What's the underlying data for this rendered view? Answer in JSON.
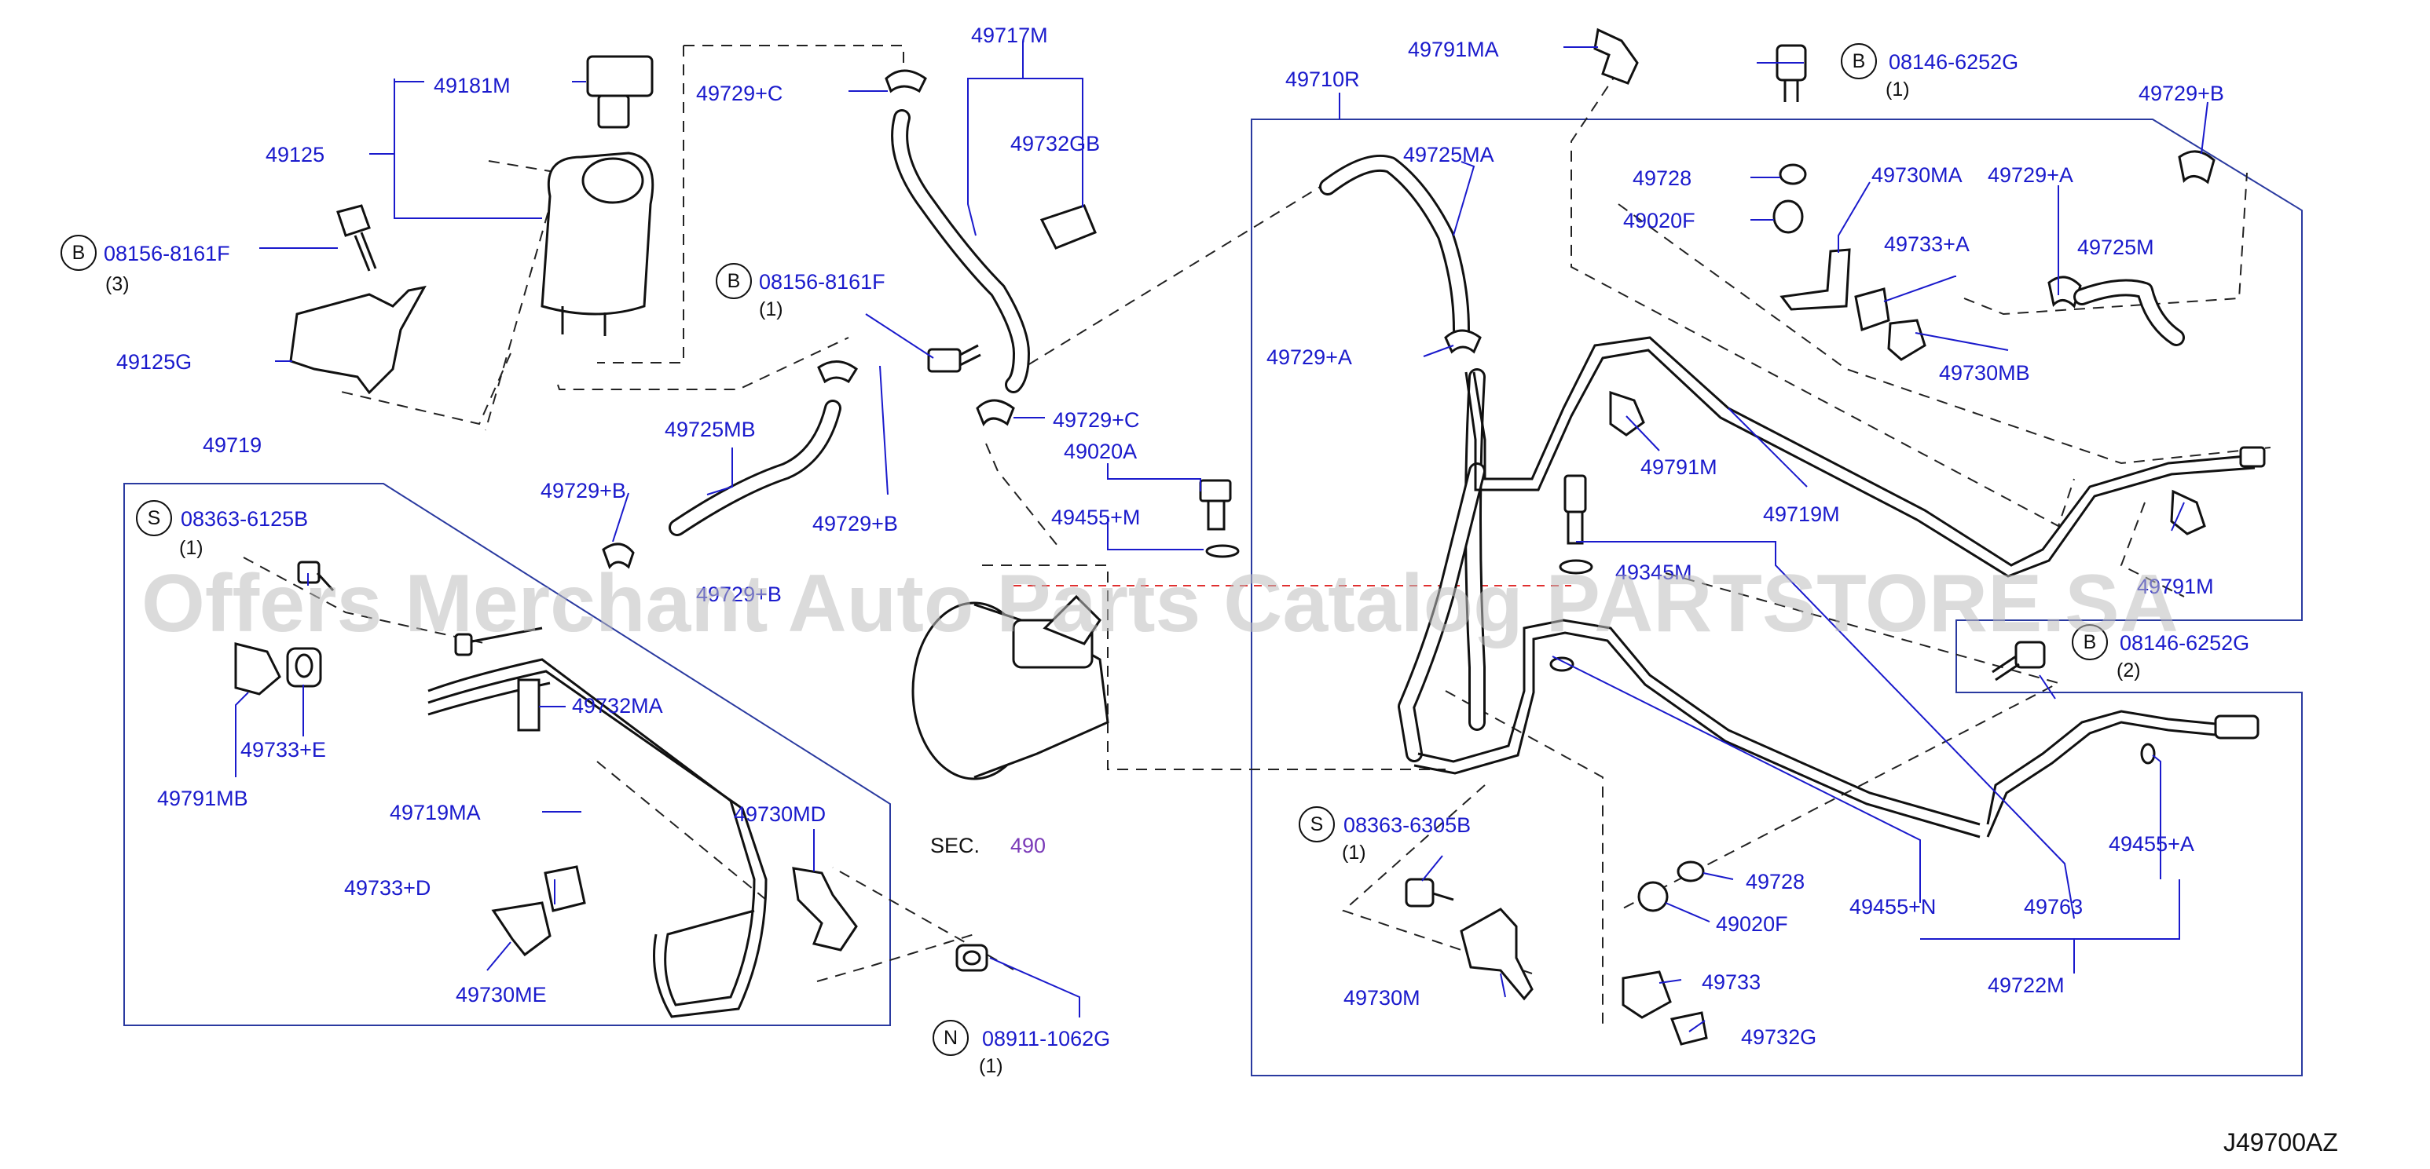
{
  "diagram_code": "J49700AZ",
  "watermark": "Offers Merchant Auto Parts Catalog PARTSTORE.SA",
  "section_ref": {
    "label": "SEC.",
    "number": "490"
  },
  "parts": {
    "p49181M": "49181M",
    "p49125": "49125",
    "p49125G": "49125G",
    "p49729C_1": "49729+C",
    "p49717M": "49717M",
    "p49732GB": "49732GB",
    "p49729C_2": "49729+C",
    "p49020A": "49020A",
    "p49455M": "49455+M",
    "p49725MB": "49725MB",
    "p49729B_1": "49729+B",
    "p49729B_2": "49729+B",
    "p49729B_3": "49729+B",
    "p49719": "49719",
    "p49791MB": "49791MB",
    "p49733E": "49733+E",
    "p49732MA": "49732MA",
    "p49719MA": "49719MA",
    "p49730MD": "49730MD",
    "p49733D": "49733+D",
    "p49730ME": "49730ME",
    "p49791MA": "49791MA",
    "p49710R": "49710R",
    "p49725MA": "49725MA",
    "p49729A_1": "49729+A",
    "p49728_1": "49728",
    "p49730MA": "49730MA",
    "p49020F_1": "49020F",
    "p49733A": "49733+A",
    "p49729A_2": "49729+A",
    "p49725M": "49725M",
    "p49730MB": "49730MB",
    "p49729B_4": "49729+B",
    "p49791M_1": "49791M",
    "p49719M": "49719M",
    "p49345M": "49345M",
    "p49791M_2": "49791M",
    "p49728_2": "49728",
    "p49020F_2": "49020F",
    "p49730M": "49730M",
    "p49733": "49733",
    "p49732G": "49732G",
    "p49455N": "49455+N",
    "p49763": "49763",
    "p49455A": "49455+A",
    "p49722M": "49722M"
  },
  "fasteners": [
    {
      "letter": "B",
      "part": "08156-8161F",
      "qty": "(3)"
    },
    {
      "letter": "B",
      "part": "08156-8161F",
      "qty": "(1)"
    },
    {
      "letter": "S",
      "part": "08363-6125B",
      "qty": "(1)"
    },
    {
      "letter": "N",
      "part": "08911-1062G",
      "qty": "(1)"
    },
    {
      "letter": "B",
      "part": "08146-6252G",
      "qty": "(1)"
    },
    {
      "letter": "B",
      "part": "08146-6252G",
      "qty": "(2)"
    },
    {
      "letter": "S",
      "part": "08363-6305B",
      "qty": "(1)"
    }
  ],
  "colors": {
    "label_blue": "#1a1acc",
    "frame_blue": "#2a3aa0",
    "section_purple": "#7a3ab8",
    "line_black": "#111111",
    "watermark_gray": "#bdbdbd",
    "center_red": "#e03030"
  }
}
